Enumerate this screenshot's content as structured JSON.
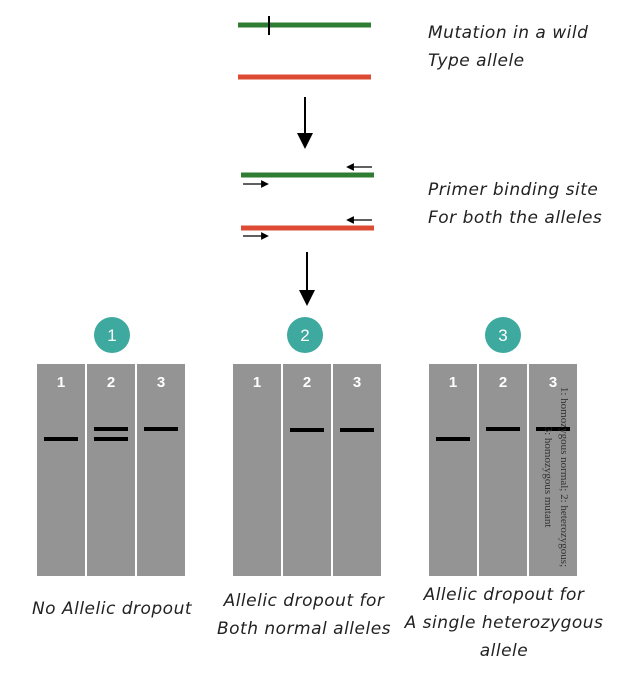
{
  "annotations": {
    "mutation": [
      "Mutation in a wild",
      "Type allele"
    ],
    "primer": [
      "Primer binding site",
      "For both the alleles"
    ]
  },
  "scenarios": [
    {
      "number": "1",
      "lanes": [
        "1",
        "2",
        "3"
      ],
      "caption": [
        "No Allelic dropout"
      ]
    },
    {
      "number": "2",
      "lanes": [
        "1",
        "2",
        "3"
      ],
      "caption": [
        "Allelic dropout for",
        "Both normal alleles"
      ]
    },
    {
      "number": "3",
      "lanes": [
        "1",
        "2",
        "3"
      ],
      "caption": [
        "Allelic dropout for",
        "A single heterozygous",
        "allele"
      ]
    }
  ],
  "legend": [
    "1: homozygous normal; 2: heterozygous;",
    "3: homozygous mutant"
  ],
  "colors": {
    "wild_type": "#2e7d32",
    "mutant": "#dd4b35",
    "gel": "#949494",
    "badge": "#3ea99f",
    "band": "#000000"
  }
}
